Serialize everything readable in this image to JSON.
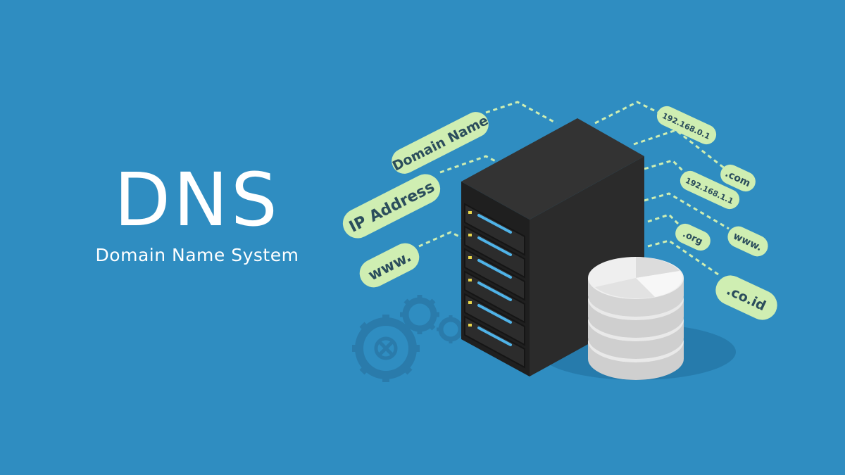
{
  "hero": {
    "title": "DNS",
    "subtitle": "Domain Name System"
  },
  "left_tags": [
    {
      "label": "Domain Name"
    },
    {
      "label": "IP Address"
    },
    {
      "label": "www."
    }
  ],
  "right_tags": [
    {
      "label": "192.168.0.1"
    },
    {
      "label": ".com"
    },
    {
      "label": "192.168.1.1"
    },
    {
      "label": "www."
    },
    {
      "label": ".org"
    },
    {
      "label": ".co.id"
    }
  ],
  "icons": {
    "server": "server-icon",
    "database": "database-icon",
    "gears": "gear-icon"
  },
  "colors": {
    "background": "#2f8dc1",
    "tag_fill": "#cfeeb2",
    "tag_text": "#2b4d5c",
    "server_dark": "#2a2a2a",
    "server_light": "#4fb3e8",
    "gear": "#267aab",
    "database": "#e7e7e7"
  }
}
